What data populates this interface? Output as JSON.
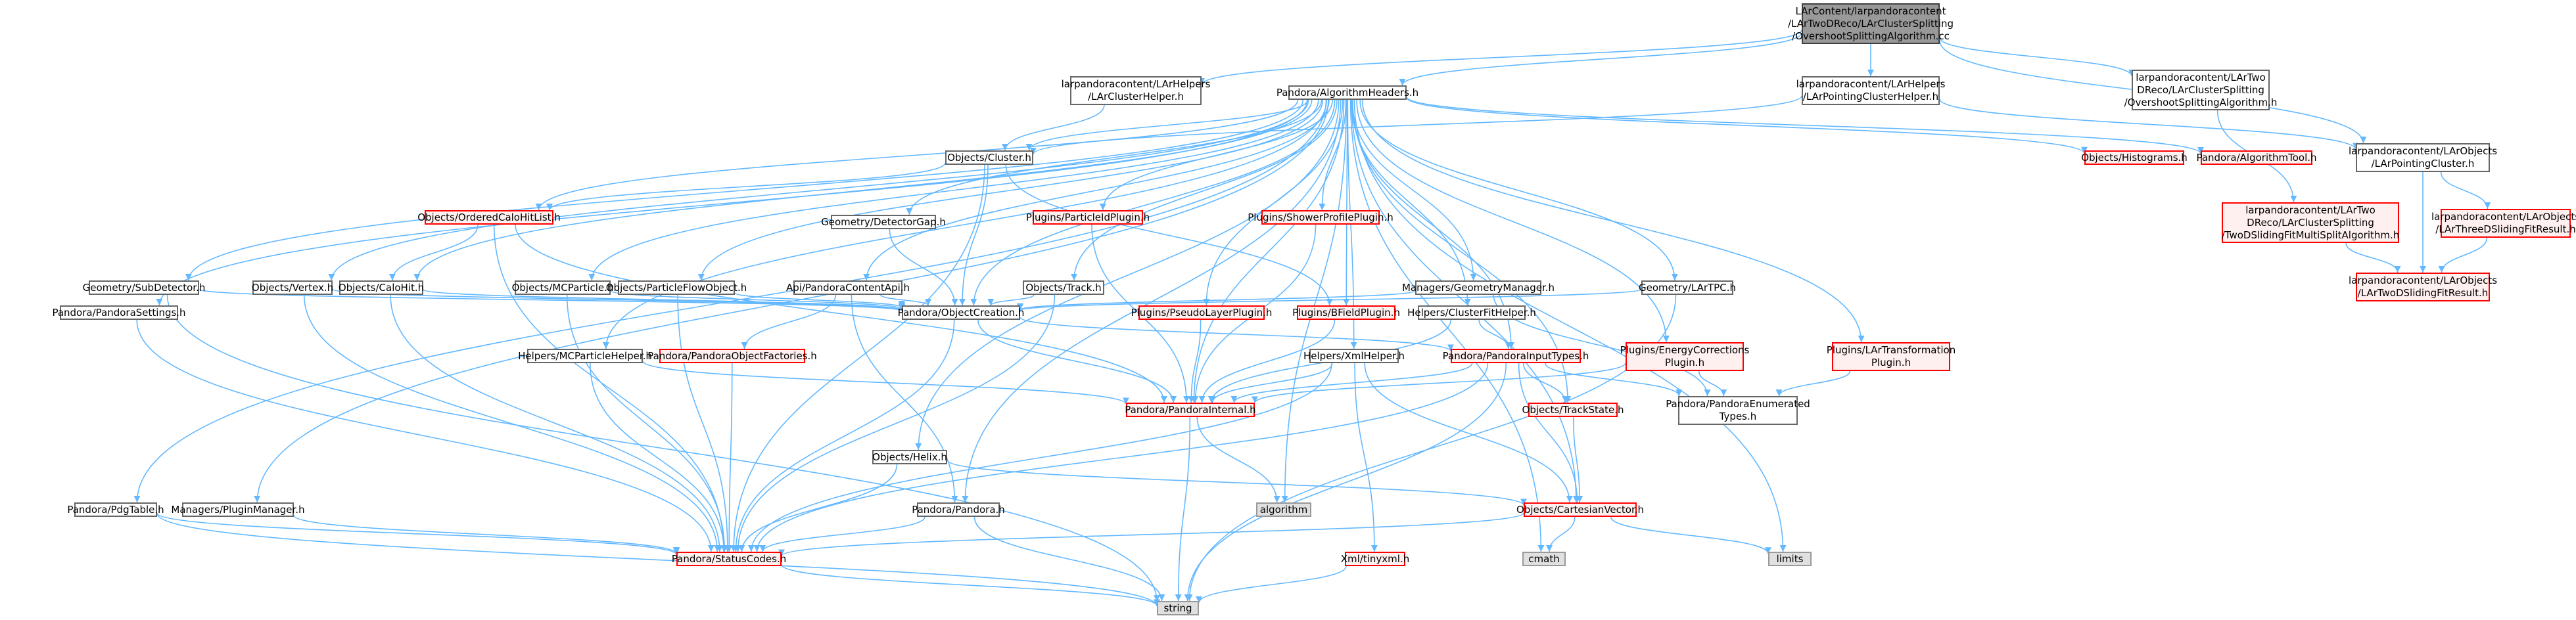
{
  "colors": {
    "edge": "#63b8ff",
    "border": "#666666",
    "red_border": "#ff0000",
    "red_fill": "#fff0f0",
    "root_fill": "#999999",
    "sys_fill": "#e0e0e0"
  },
  "nodes": [
    {
      "id": "root",
      "lines": [
        "LArContent/larpandoracontent",
        "/LArTwoDReco/LArClusterSplitting",
        "/OvershootSplittingAlgorithm.cc"
      ],
      "style": "root",
      "link": false
    },
    {
      "id": "lar_cluster_helper",
      "lines": [
        "larpandoracontent/LArHelpers",
        "/LArClusterHelper.h"
      ],
      "style": "normal",
      "link": true
    },
    {
      "id": "algorithm_headers",
      "lines": [
        "Pandora/AlgorithmHeaders.h"
      ],
      "style": "normal",
      "link": true
    },
    {
      "id": "lar_pointing_cluster_helper",
      "lines": [
        "larpandoracontent/LArHelpers",
        "/LArPointingClusterHelper.h"
      ],
      "style": "normal",
      "link": true
    },
    {
      "id": "overshoot_h",
      "lines": [
        "larpandoracontent/LArTwo",
        "DReco/LArClusterSplitting",
        "/OvershootSplittingAlgorithm.h"
      ],
      "style": "normal",
      "link": true
    },
    {
      "id": "lar_pointing_cluster",
      "lines": [
        "larpandoracontent/LArObjects",
        "/LArPointingCluster.h"
      ],
      "style": "normal",
      "link": true
    },
    {
      "id": "objects_cluster",
      "lines": [
        "Objects/Cluster.h"
      ],
      "style": "normal",
      "link": true
    },
    {
      "id": "objects_histograms",
      "lines": [
        "Objects/Histograms.h"
      ],
      "style": "red",
      "link": true
    },
    {
      "id": "algorithm_tool",
      "lines": [
        "Pandora/AlgorithmTool.h"
      ],
      "style": "red",
      "link": true
    },
    {
      "id": "two_d_sliding_multi",
      "lines": [
        "larpandoracontent/LArTwo",
        "DReco/LArClusterSplitting",
        "/TwoDSlidingFitMultiSplitAlgorithm.h"
      ],
      "style": "red",
      "link": true
    },
    {
      "id": "three_d_sliding_fit",
      "lines": [
        "larpandoracontent/LArObjects",
        "/LArThreeDSlidingFitResult.h"
      ],
      "style": "red",
      "link": true
    },
    {
      "id": "two_d_sliding_fit",
      "lines": [
        "larpandoracontent/LArObjects",
        "/LArTwoDSlidingFitResult.h"
      ],
      "style": "red",
      "link": true
    },
    {
      "id": "ordered_calo_hit_list",
      "lines": [
        "Objects/OrderedCaloHitList.h"
      ],
      "style": "red",
      "link": true
    },
    {
      "id": "detector_gap",
      "lines": [
        "Geometry/DetectorGap.h"
      ],
      "style": "normal",
      "link": true
    },
    {
      "id": "particle_id_plugin",
      "lines": [
        "Plugins/ParticleIdPlugin.h"
      ],
      "style": "red",
      "link": true
    },
    {
      "id": "shower_profile_plugin",
      "lines": [
        "Plugins/ShowerProfilePlugin.h"
      ],
      "style": "red",
      "link": true
    },
    {
      "id": "sub_detector",
      "lines": [
        "Geometry/SubDetector.h"
      ],
      "style": "normal",
      "link": true
    },
    {
      "id": "objects_vertex",
      "lines": [
        "Objects/Vertex.h"
      ],
      "style": "normal",
      "link": true
    },
    {
      "id": "objects_calo_hit",
      "lines": [
        "Objects/CaloHit.h"
      ],
      "style": "normal",
      "link": true
    },
    {
      "id": "objects_mc_particle",
      "lines": [
        "Objects/MCParticle.h"
      ],
      "style": "normal",
      "link": true
    },
    {
      "id": "objects_pfo",
      "lines": [
        "Objects/ParticleFlowObject.h"
      ],
      "style": "normal",
      "link": true
    },
    {
      "id": "api_content",
      "lines": [
        "Api/PandoraContentApi.h"
      ],
      "style": "normal",
      "link": true
    },
    {
      "id": "objects_track",
      "lines": [
        "Objects/Track.h"
      ],
      "style": "normal",
      "link": true
    },
    {
      "id": "geometry_manager",
      "lines": [
        "Managers/GeometryManager.h"
      ],
      "style": "normal",
      "link": true
    },
    {
      "id": "lar_tpc",
      "lines": [
        "Geometry/LArTPC.h"
      ],
      "style": "normal",
      "link": true
    },
    {
      "id": "pandora_settings",
      "lines": [
        "Pandora/PandoraSettings.h"
      ],
      "style": "normal",
      "link": true
    },
    {
      "id": "object_creation",
      "lines": [
        "Pandora/ObjectCreation.h"
      ],
      "style": "normal",
      "link": true
    },
    {
      "id": "pseudo_layer_plugin",
      "lines": [
        "Plugins/PseudoLayerPlugin.h"
      ],
      "style": "red",
      "link": true
    },
    {
      "id": "bfield_plugin",
      "lines": [
        "Plugins/BFieldPlugin.h"
      ],
      "style": "red",
      "link": true
    },
    {
      "id": "cluster_fit_helper",
      "lines": [
        "Helpers/ClusterFitHelper.h"
      ],
      "style": "normal",
      "link": true
    },
    {
      "id": "mc_particle_helper",
      "lines": [
        "Helpers/MCParticleHelper.h"
      ],
      "style": "normal",
      "link": true
    },
    {
      "id": "object_factories",
      "lines": [
        "Pandora/PandoraObjectFactories.h"
      ],
      "style": "red",
      "link": true
    },
    {
      "id": "xml_helper",
      "lines": [
        "Helpers/XmlHelper.h"
      ],
      "style": "normal",
      "link": true
    },
    {
      "id": "input_types",
      "lines": [
        "Pandora/PandoraInputTypes.h"
      ],
      "style": "red",
      "link": true
    },
    {
      "id": "energy_corrections",
      "lines": [
        "Plugins/EnergyCorrections",
        "Plugin.h"
      ],
      "style": "red",
      "link": true
    },
    {
      "id": "lar_transformation",
      "lines": [
        "Plugins/LArTransformation",
        "Plugin.h"
      ],
      "style": "red",
      "link": true
    },
    {
      "id": "pandora_internal",
      "lines": [
        "Pandora/PandoraInternal.h"
      ],
      "style": "red",
      "link": true
    },
    {
      "id": "track_state",
      "lines": [
        "Objects/TrackState.h"
      ],
      "style": "red",
      "link": true
    },
    {
      "id": "enumerated_types",
      "lines": [
        "Pandora/PandoraEnumerated",
        "Types.h"
      ],
      "style": "normal",
      "link": true
    },
    {
      "id": "objects_helix",
      "lines": [
        "Objects/Helix.h"
      ],
      "style": "normal",
      "link": true
    },
    {
      "id": "pandora_h",
      "lines": [
        "Pandora/Pandora.h"
      ],
      "style": "normal",
      "link": true
    },
    {
      "id": "algorithm_sys",
      "lines": [
        "algorithm"
      ],
      "style": "sys",
      "link": false
    },
    {
      "id": "cartesian_vector",
      "lines": [
        "Objects/CartesianVector.h"
      ],
      "style": "red",
      "link": true
    },
    {
      "id": "pdg_table",
      "lines": [
        "Pandora/PdgTable.h"
      ],
      "style": "normal",
      "link": true
    },
    {
      "id": "plugin_manager",
      "lines": [
        "Managers/PluginManager.h"
      ],
      "style": "normal",
      "link": true
    },
    {
      "id": "status_codes",
      "lines": [
        "Pandora/StatusCodes.h"
      ],
      "style": "red",
      "link": true
    },
    {
      "id": "tinyxml",
      "lines": [
        "Xml/tinyxml.h"
      ],
      "style": "red",
      "link": true
    },
    {
      "id": "cmath",
      "lines": [
        "cmath"
      ],
      "style": "sys",
      "link": false
    },
    {
      "id": "limits",
      "lines": [
        "limits"
      ],
      "style": "sys",
      "link": false
    },
    {
      "id": "string",
      "lines": [
        "string"
      ],
      "style": "sys",
      "link": false
    }
  ],
  "edges": [
    [
      "root",
      "lar_cluster_helper"
    ],
    [
      "root",
      "algorithm_headers"
    ],
    [
      "root",
      "lar_pointing_cluster_helper"
    ],
    [
      "root",
      "overshoot_h"
    ],
    [
      "root",
      "lar_pointing_cluster"
    ],
    [
      "lar_cluster_helper",
      "objects_cluster"
    ],
    [
      "lar_pointing_cluster_helper",
      "objects_cluster"
    ],
    [
      "lar_pointing_cluster_helper",
      "lar_pointing_cluster"
    ],
    [
      "overshoot_h",
      "two_d_sliding_multi"
    ],
    [
      "lar_pointing_cluster",
      "two_d_sliding_fit"
    ],
    [
      "lar_pointing_cluster",
      "three_d_sliding_fit"
    ],
    [
      "three_d_sliding_fit",
      "two_d_sliding_fit"
    ],
    [
      "two_d_sliding_multi",
      "two_d_sliding_fit"
    ],
    [
      "algorithm_headers",
      "objects_cluster"
    ],
    [
      "algorithm_headers",
      "objects_histograms"
    ],
    [
      "algorithm_headers",
      "algorithm_tool"
    ],
    [
      "algorithm_headers",
      "ordered_calo_hit_list"
    ],
    [
      "algorithm_headers",
      "detector_gap"
    ],
    [
      "algorithm_headers",
      "particle_id_plugin"
    ],
    [
      "algorithm_headers",
      "shower_profile_plugin"
    ],
    [
      "algorithm_headers",
      "sub_detector"
    ],
    [
      "algorithm_headers",
      "objects_vertex"
    ],
    [
      "algorithm_headers",
      "objects_calo_hit"
    ],
    [
      "algorithm_headers",
      "objects_mc_particle"
    ],
    [
      "algorithm_headers",
      "objects_pfo"
    ],
    [
      "algorithm_headers",
      "api_content"
    ],
    [
      "algorithm_headers",
      "objects_track"
    ],
    [
      "algorithm_headers",
      "geometry_manager"
    ],
    [
      "algorithm_headers",
      "lar_tpc"
    ],
    [
      "algorithm_headers",
      "pandora_settings"
    ],
    [
      "algorithm_headers",
      "pseudo_layer_plugin"
    ],
    [
      "algorithm_headers",
      "bfield_plugin"
    ],
    [
      "algorithm_headers",
      "cluster_fit_helper"
    ],
    [
      "algorithm_headers",
      "mc_particle_helper"
    ],
    [
      "algorithm_headers",
      "xml_helper"
    ],
    [
      "algorithm_headers",
      "input_types"
    ],
    [
      "algorithm_headers",
      "energy_corrections"
    ],
    [
      "algorithm_headers",
      "lar_transformation"
    ],
    [
      "algorithm_headers",
      "pandora_internal"
    ],
    [
      "algorithm_headers",
      "track_state"
    ],
    [
      "algorithm_headers",
      "objects_helix"
    ],
    [
      "algorithm_headers",
      "pandora_h"
    ],
    [
      "algorithm_headers",
      "algorithm_sys"
    ],
    [
      "algorithm_headers",
      "cartesian_vector"
    ],
    [
      "algorithm_headers",
      "pdg_table"
    ],
    [
      "algorithm_headers",
      "plugin_manager"
    ],
    [
      "algorithm_headers",
      "cmath"
    ],
    [
      "algorithm_headers",
      "limits"
    ],
    [
      "algorithm_headers",
      "object_creation"
    ],
    [
      "objects_cluster",
      "ordered_calo_hit_list"
    ],
    [
      "objects_cluster",
      "object_creation"
    ],
    [
      "objects_cluster",
      "status_codes"
    ],
    [
      "objects_cluster",
      "bfield_plugin"
    ],
    [
      "ordered_calo_hit_list",
      "objects_calo_hit"
    ],
    [
      "ordered_calo_hit_list",
      "pandora_internal"
    ],
    [
      "ordered_calo_hit_list",
      "status_codes"
    ],
    [
      "detector_gap",
      "object_creation"
    ],
    [
      "particle_id_plugin",
      "pandora_internal"
    ],
    [
      "shower_profile_plugin",
      "pandora_internal"
    ],
    [
      "sub_detector",
      "object_creation"
    ],
    [
      "sub_detector",
      "string"
    ],
    [
      "objects_vertex",
      "object_creation"
    ],
    [
      "objects_vertex",
      "status_codes"
    ],
    [
      "objects_calo_hit",
      "object_creation"
    ],
    [
      "objects_calo_hit",
      "status_codes"
    ],
    [
      "objects_mc_particle",
      "object_creation"
    ],
    [
      "objects_mc_particle",
      "status_codes"
    ],
    [
      "objects_pfo",
      "object_creation"
    ],
    [
      "objects_pfo",
      "status_codes"
    ],
    [
      "api_content",
      "object_creation"
    ],
    [
      "api_content",
      "object_factories"
    ],
    [
      "api_content",
      "pandora_h"
    ],
    [
      "objects_track",
      "object_creation"
    ],
    [
      "objects_track",
      "status_codes"
    ],
    [
      "geometry_manager",
      "object_creation"
    ],
    [
      "geometry_manager",
      "enumerated_types"
    ],
    [
      "lar_tpc",
      "object_creation"
    ],
    [
      "lar_tpc",
      "string"
    ],
    [
      "pandora_settings",
      "status_codes"
    ],
    [
      "object_creation",
      "input_types"
    ],
    [
      "object_creation",
      "pandora_internal"
    ],
    [
      "object_creation",
      "status_codes"
    ],
    [
      "pseudo_layer_plugin",
      "pandora_internal"
    ],
    [
      "bfield_plugin",
      "pandora_internal"
    ],
    [
      "cluster_fit_helper",
      "input_types"
    ],
    [
      "cluster_fit_helper",
      "pandora_internal"
    ],
    [
      "mc_particle_helper",
      "pandora_internal"
    ],
    [
      "mc_particle_helper",
      "status_codes"
    ],
    [
      "object_factories",
      "status_codes"
    ],
    [
      "xml_helper",
      "pandora_internal"
    ],
    [
      "xml_helper",
      "status_codes"
    ],
    [
      "xml_helper",
      "tinyxml"
    ],
    [
      "xml_helper",
      "cartesian_vector"
    ],
    [
      "input_types",
      "pandora_internal"
    ],
    [
      "input_types",
      "track_state"
    ],
    [
      "input_types",
      "enumerated_types"
    ],
    [
      "input_types",
      "cartesian_vector"
    ],
    [
      "input_types",
      "status_codes"
    ],
    [
      "input_types",
      "string"
    ],
    [
      "energy_corrections",
      "pandora_internal"
    ],
    [
      "energy_corrections",
      "enumerated_types"
    ],
    [
      "lar_transformation",
      "enumerated_types"
    ],
    [
      "pandora_internal",
      "algorithm_sys"
    ],
    [
      "pandora_internal",
      "string"
    ],
    [
      "track_state",
      "cartesian_vector"
    ],
    [
      "objects_helix",
      "cartesian_vector"
    ],
    [
      "objects_helix",
      "status_codes"
    ],
    [
      "pandora_h",
      "status_codes"
    ],
    [
      "pandora_h",
      "string"
    ],
    [
      "cartesian_vector",
      "status_codes"
    ],
    [
      "cartesian_vector",
      "cmath"
    ],
    [
      "cartesian_vector",
      "limits"
    ],
    [
      "pdg_table",
      "status_codes"
    ],
    [
      "pdg_table",
      "string"
    ],
    [
      "plugin_manager",
      "status_codes"
    ],
    [
      "status_codes",
      "string"
    ],
    [
      "tinyxml",
      "string"
    ]
  ]
}
